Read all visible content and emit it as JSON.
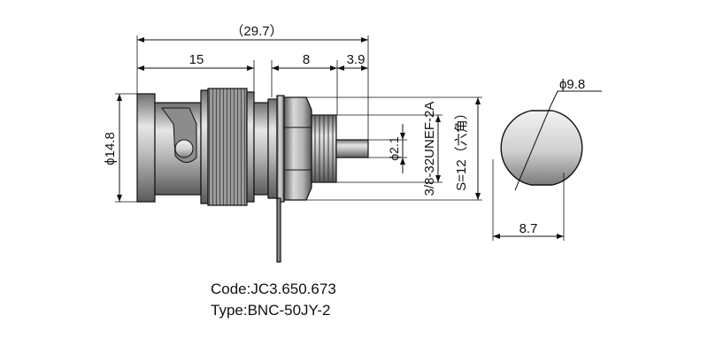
{
  "dimensions": {
    "overall_length": "（29.7）",
    "plug_length": "15",
    "nut_length": "8",
    "pin_length": "3.9",
    "body_diameter": "ϕ14.8",
    "pin_diameter": "ϕ2.1",
    "thread_spec": "3/8-32UNEF-2A",
    "hex_size": "S=12（六角）",
    "end_diameter": "ϕ9.8",
    "flat_width": "8.7"
  },
  "info": {
    "code": "Code:JC3.650.673",
    "type": "Type:BNC-50JY-2"
  }
}
